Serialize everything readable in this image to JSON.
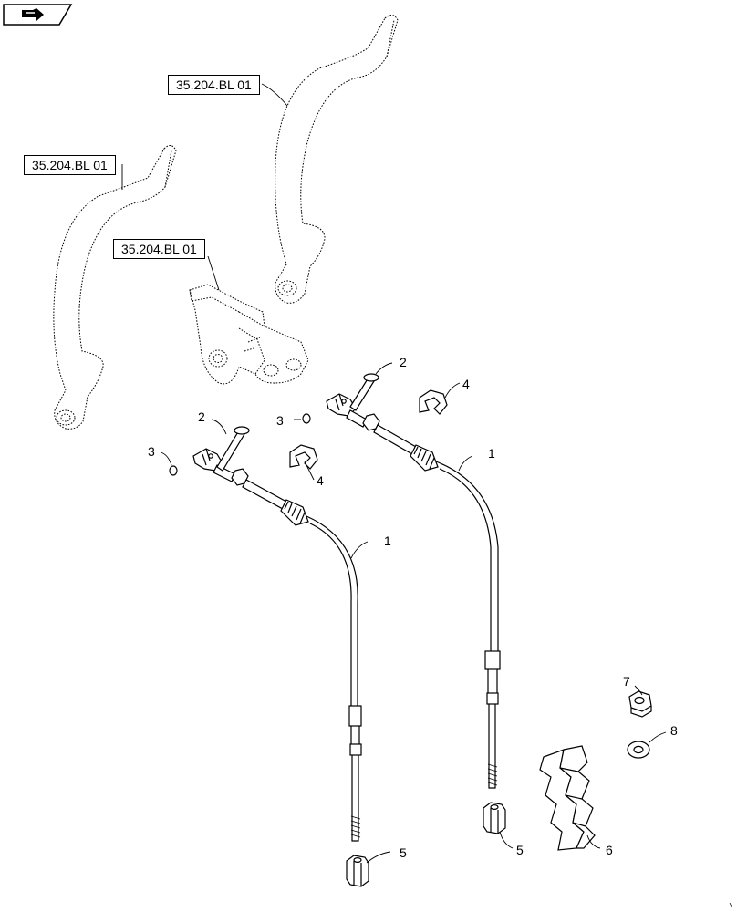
{
  "nav_icon": "next-page-arrow-icon",
  "ref_labels": [
    "35.204.BL 01",
    "35.204.BL 01",
    "35.204.BL 01"
  ],
  "callouts": [
    "1",
    "1",
    "2",
    "2",
    "3",
    "3",
    "4",
    "4",
    "5",
    "5",
    "6",
    "7",
    "8"
  ],
  "colors": {
    "line": "#000000",
    "background": "#ffffff"
  }
}
